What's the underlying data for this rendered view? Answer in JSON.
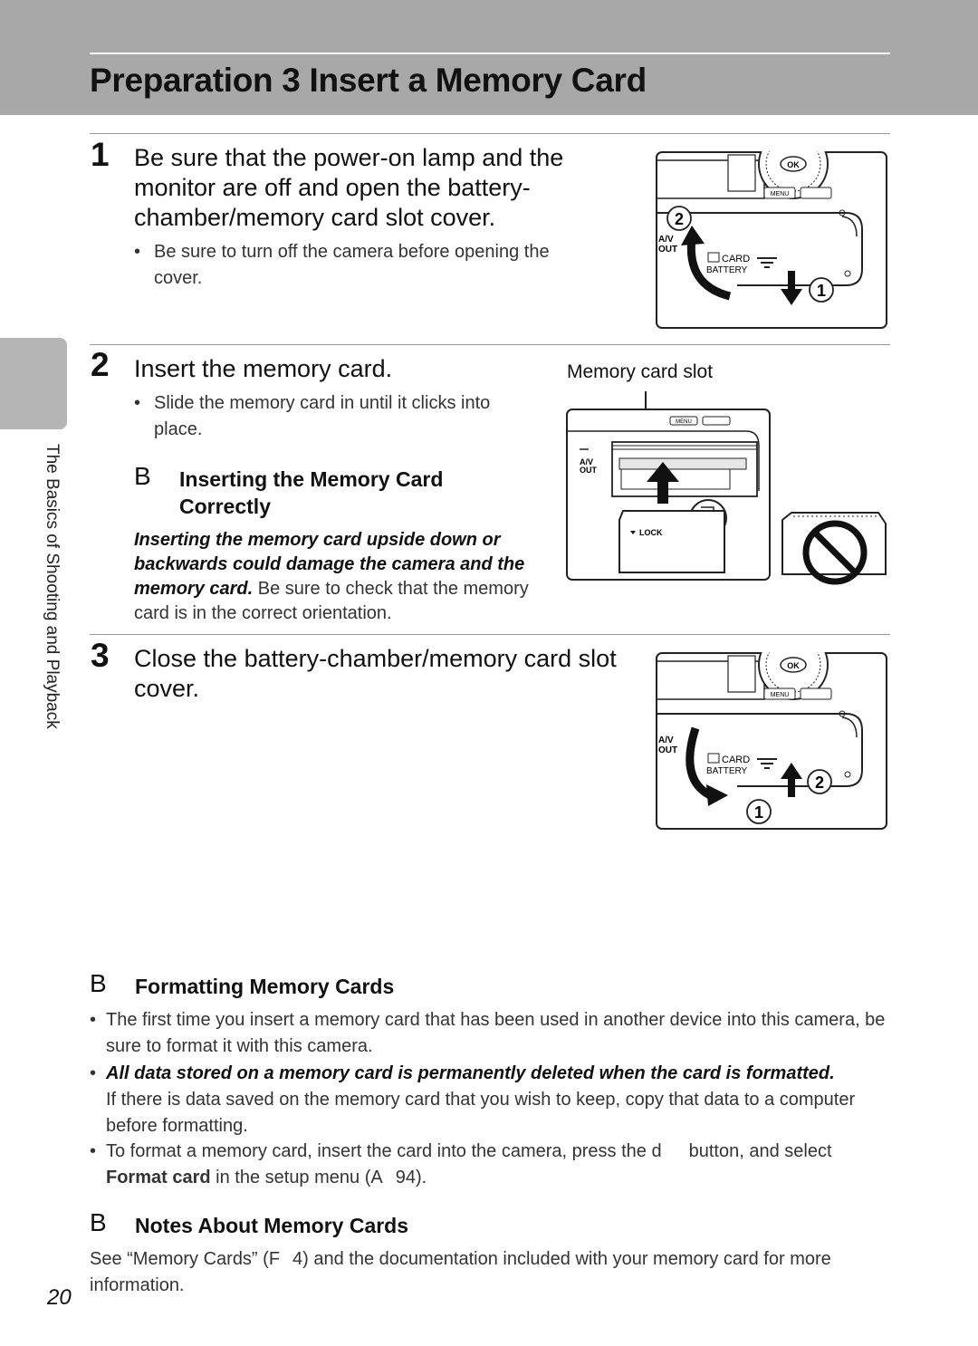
{
  "header": {
    "title": "Preparation 3 Insert a Memory Card"
  },
  "side_tab": {
    "label": "The Basics of Shooting and Playback"
  },
  "step1": {
    "number": "1",
    "title_line1": "Be sure that the power-on lamp and the",
    "title_line2": "monitor are off and open the battery-",
    "title_line3": "chamber/memory card slot cover.",
    "bullet_dot": "•",
    "bullet_line1": "Be sure to turn off the camera before opening the",
    "bullet_line2": "cover."
  },
  "step2": {
    "number": "2",
    "title": "Insert the memory card.",
    "bullet_dot": "•",
    "bullet_line1": "Slide the memory card in until it clicks into",
    "bullet_line2": "place.",
    "note_mark": "B",
    "note_title_line1": "Inserting the Memory Card",
    "note_title_line2": "Correctly",
    "warn_line1": "Inserting the memory card upside down or",
    "warn_line2": "backwards could damage the camera and the",
    "warn_line3_bold": "memory card.",
    "warn_line3_rest": " Be sure to check that the memory",
    "warn_line4": "card is in the correct orientation.",
    "figure_label": "Memory card slot"
  },
  "step3": {
    "number": "3",
    "title_line1": "Close the battery-chamber/memory card slot",
    "title_line2": "cover."
  },
  "figure_labels": {
    "callout_1": "1",
    "callout_2": "2",
    "av": "A/V",
    "out": "OUT",
    "card": "CARD",
    "battery": "BATTERY",
    "menu": "MENU",
    "ok": "OK",
    "lock": "LOCK"
  },
  "formatting": {
    "note_mark": "B",
    "title": "Formatting Memory Cards",
    "bullet_dot": "•",
    "b1_line1": "The first time you insert a memory card that has been used in another device into this camera, be",
    "b1_line2": "sure to format it with this camera.",
    "b2_bold": "All data stored on a memory card is permanently deleted when the card is formatted.",
    "b2_line2": "If there is data saved on the memory card that you wish to keep, copy that data to a computer",
    "b2_line3": "before formatting.",
    "b3_line1_a": "To format a memory card, insert the card into the camera, press the ",
    "b3_glyph": "d",
    "b3_line1_b": "button, and select",
    "b3_bold": "Format card",
    "b3_line2_a": " in the setup menu (",
    "b3_ref_glyph": "A",
    "b3_ref": "94).",
    "b3_line2_end": ""
  },
  "notes": {
    "note_mark": "B",
    "title": "Notes About Memory Cards",
    "line1_a": "See “Memory Cards” (",
    "ref_glyph": "F",
    "line1_b": "4) and the documentation included with your memory card for more",
    "line2": "information."
  },
  "page_number": "20"
}
